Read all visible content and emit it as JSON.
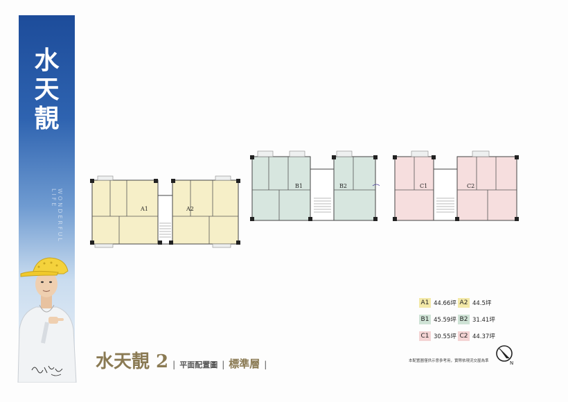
{
  "banner": {
    "title_chars": [
      "水",
      "天",
      "靚"
    ],
    "vertical_text": "WONDERFUL LIFE",
    "color_top": "#1d4c9a"
  },
  "plans": {
    "a_labels": [
      "A1",
      "A2"
    ],
    "b_labels": [
      "B1",
      "B2"
    ],
    "c_labels": [
      "C1",
      "C2"
    ],
    "colors": {
      "a": "#f6efc8",
      "b": "#d7e6df",
      "c": "#f6dede"
    }
  },
  "title": {
    "main": "水天靚 2",
    "sep1": "|",
    "sub1": "平面配置圖",
    "sep2": "|",
    "sub2": "標準層",
    "sep3": "|"
  },
  "legend": {
    "rows": [
      [
        {
          "code": "A1",
          "area": "44.66坪",
          "color": "#f3e9a8"
        },
        {
          "code": "A2",
          "area": "44.5坪",
          "color": "#f3e9a8"
        }
      ],
      [
        {
          "code": "B1",
          "area": "45.59坪",
          "color": "#cfe3d6"
        },
        {
          "code": "B2",
          "area": "31.41坪",
          "color": "#cfe3d6"
        }
      ],
      [
        {
          "code": "C1",
          "area": "30.55坪",
          "color": "#f4d4d4"
        },
        {
          "code": "C2",
          "area": "44.37坪",
          "color": "#f4d4d4"
        }
      ]
    ]
  },
  "note": "本配置圖僅供示意參考用，實際依現況交屋為準",
  "compass": {
    "label": "N"
  }
}
